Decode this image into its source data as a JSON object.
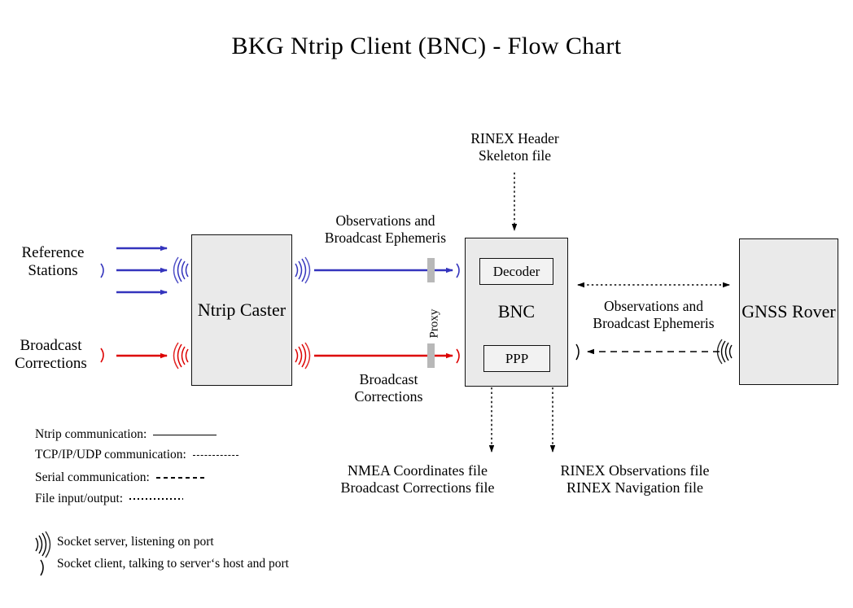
{
  "title": "BKG Ntrip Client (BNC)  -  Flow Chart",
  "colors": {
    "ntrip_blue": "#3434bd",
    "corrections_red": "#dd0000",
    "box_fill": "#eaeaea",
    "box_border": "#111111",
    "proxy_bar": "#b8b8b8",
    "line_black": "#000000"
  },
  "nodes": {
    "reference_stations": "Reference\nStations",
    "broadcast_corrections_source": "Broadcast\nCorrections",
    "ntrip_caster": "Ntrip\nCaster",
    "bnc": "BNC",
    "decoder": "Decoder",
    "ppp": "PPP",
    "gnss_rover": "GNSS\nRover",
    "proxy": "Proxy"
  },
  "edge_labels": {
    "obs_ephemeris_left": "Observations and\nBroadcast Ephemeris",
    "broadcast_corrections_mid": "Broadcast\nCorrections",
    "rinex_header_skeleton": "RINEX Header\nSkeleton file",
    "obs_ephemeris_right": "Observations and\nBroadcast Ephemeris",
    "nmea_outputs": "NMEA Coordinates file\nBroadcast Corrections file",
    "rinex_outputs": "RINEX Observations file\nRINEX Navigation file"
  },
  "legend": {
    "lines": [
      {
        "label": "Ntrip communication:",
        "style": "solid",
        "width": 78
      },
      {
        "label": "TCP/IP/UDP communication:",
        "style": "dashed-long",
        "width": 56
      },
      {
        "label": "Serial communication:",
        "style": "dashed-medium",
        "width": 60
      },
      {
        "label": "File input/output:",
        "style": "dotted-fine",
        "width": 66
      }
    ],
    "sockets": [
      {
        "glyph": "socket-server-icon",
        "label": "Socket server, listening on port"
      },
      {
        "glyph": "socket-client-icon",
        "label": "Socket client, talking to server‘s host and port"
      }
    ]
  }
}
